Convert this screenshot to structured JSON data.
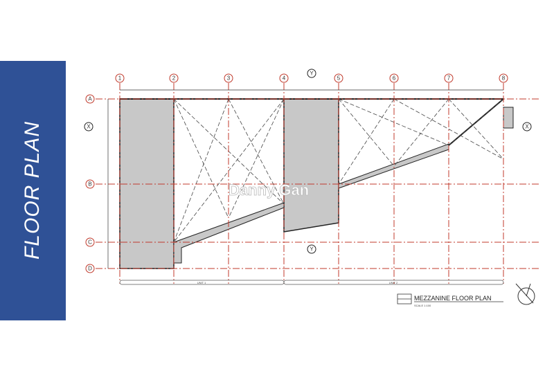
{
  "side_panel": {
    "title": "FLOOR PLAN",
    "color": "#2f5196"
  },
  "plan": {
    "columns": [
      "1",
      "2",
      "3",
      "4",
      "5",
      "6",
      "7",
      "8"
    ],
    "rows": [
      "A",
      "B",
      "C",
      "D"
    ],
    "section_marks": [
      "X",
      "Y"
    ],
    "units": [
      "UNIT 1",
      "UNIT 2"
    ],
    "watermark": "Danny Gan",
    "title": "MEZZANINE FLOOR PLAN",
    "scale": "SCALE 1:100",
    "grid_color": "#c0392b",
    "fill_color": "#c8c8c8"
  }
}
